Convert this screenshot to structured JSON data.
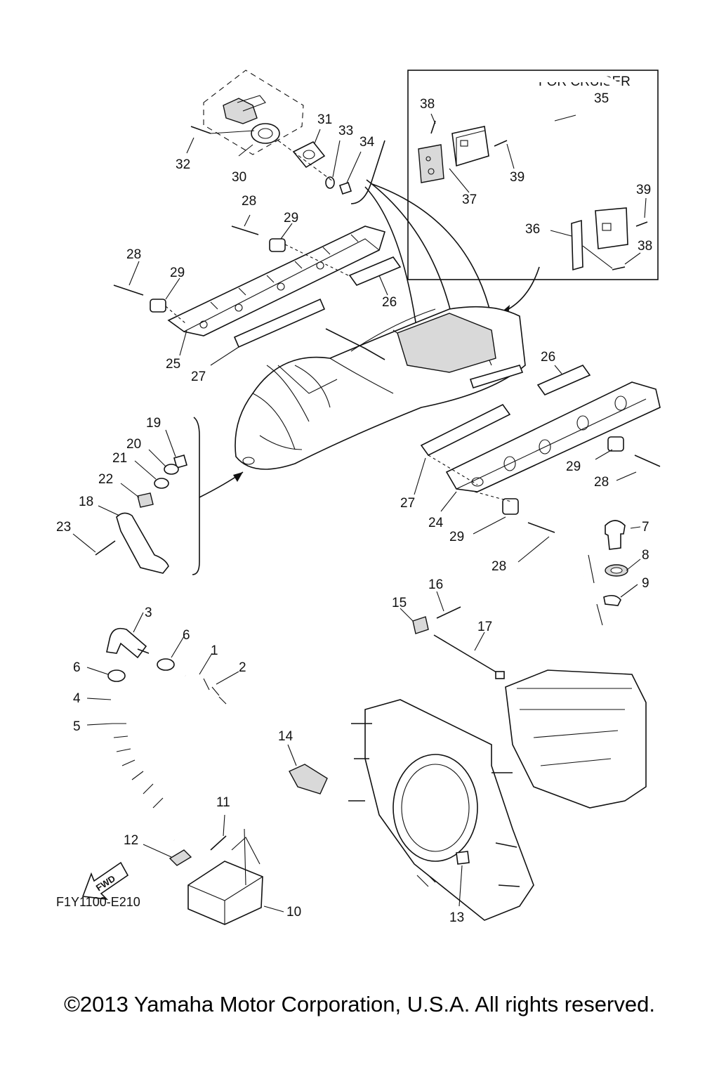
{
  "diagram": {
    "drawing_code": "F1Y1100-E210",
    "inset_title": "FOR CRUISER",
    "fwd_arrow": "FWD",
    "callouts": [
      "1",
      "2",
      "3",
      "4",
      "5",
      "6",
      "6",
      "7",
      "8",
      "9",
      "10",
      "11",
      "12",
      "13",
      "14",
      "15",
      "16",
      "17",
      "18",
      "19",
      "20",
      "21",
      "22",
      "23",
      "24",
      "25",
      "26",
      "26",
      "27",
      "27",
      "28",
      "28",
      "28",
      "28",
      "29",
      "29",
      "29",
      "29",
      "30",
      "31",
      "32",
      "33",
      "34",
      "35",
      "36",
      "37",
      "38",
      "38",
      "39",
      "39"
    ]
  },
  "footer": {
    "copyright": "©2013 Yamaha Motor Corporation, U.S.A. All rights reserved."
  }
}
